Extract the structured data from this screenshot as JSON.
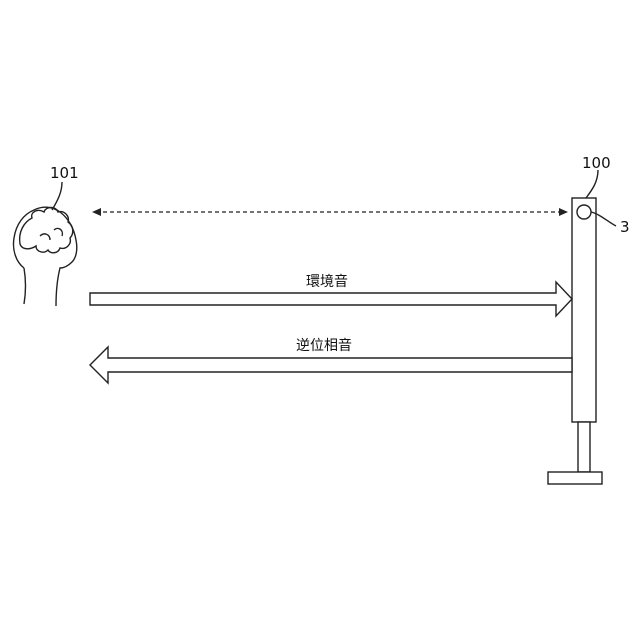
{
  "labels": {
    "person_ref": "101",
    "device_ref": "100",
    "sensor_ref": "3",
    "ambient_sound": "環境音",
    "antiphase_sound": "逆位相音"
  }
}
